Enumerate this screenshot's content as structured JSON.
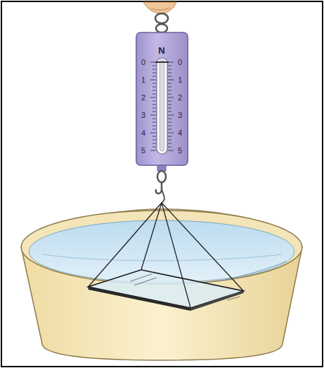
{
  "diagram": {
    "labels": [
      "N",
      "0",
      "1",
      "2",
      "3",
      "4",
      "5",
      "0",
      "1",
      "2",
      "3",
      "4",
      "5"
    ]
  }
}
